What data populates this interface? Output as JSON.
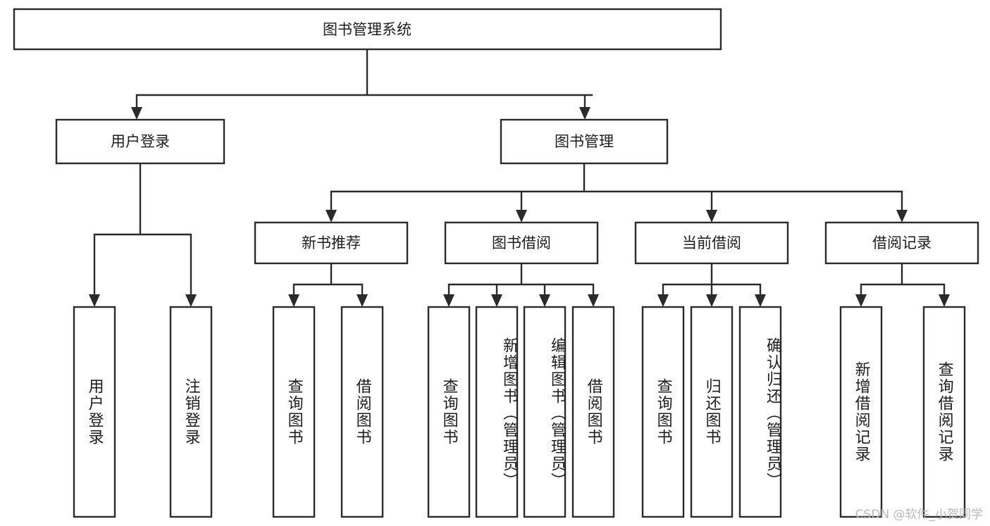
{
  "diagram": {
    "title": "图书管理系统",
    "type": "tree-hierarchy-diagram",
    "watermark": "CSDN @软件_小贺同学",
    "colors": {
      "box_stroke": "#2b2b2b",
      "box_fill": "#ffffff",
      "text": "#1d1d1d",
      "background": "#ffffff",
      "watermark": "#b9b9b9"
    },
    "root": {
      "label": "图书管理系统"
    },
    "level2": [
      {
        "label": "用户登录"
      },
      {
        "label": "图书管理"
      }
    ],
    "level3": [
      {
        "label": "新书推荐"
      },
      {
        "label": "图书借阅"
      },
      {
        "label": "当前借阅"
      },
      {
        "label": "借阅记录"
      }
    ],
    "leaves": {
      "user_login": [
        {
          "label": "用户登录"
        },
        {
          "label": "注销登录"
        }
      ],
      "new_book_recommend": [
        {
          "label": "查询图书"
        },
        {
          "label": "借阅图书"
        }
      ],
      "book_borrow": [
        {
          "label": "查询图书"
        },
        {
          "label": "新增图书（管理员）"
        },
        {
          "label": "编辑图书（管理员）"
        },
        {
          "label": "借阅图书"
        }
      ],
      "current_borrow": [
        {
          "label": "查询图书"
        },
        {
          "label": "归还图书"
        },
        {
          "label": "确认归还（管理员）"
        }
      ],
      "borrow_records": [
        {
          "label": "新增借阅记录"
        },
        {
          "label": "查询借阅记录"
        }
      ]
    }
  }
}
